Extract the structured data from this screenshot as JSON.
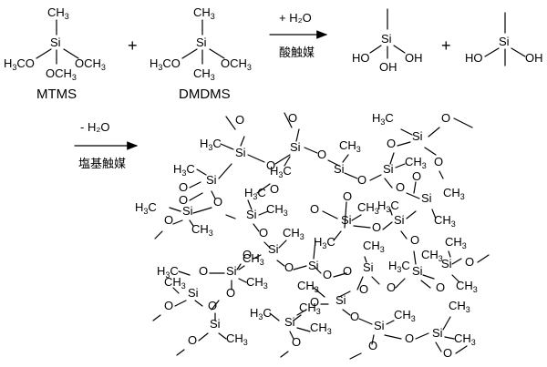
{
  "labels": {
    "mtms": "MTMS",
    "dmdms": "DMDMS",
    "water_plus": "+ H₂O",
    "acid_catalyst": "酸触媒",
    "water_minus": "- H₂O",
    "base_catalyst": "塩基触媒",
    "plus_sign": "+"
  },
  "atoms": {
    "si": "Si",
    "ch": "CH",
    "hc": "H",
    "c": "C",
    "o": "O",
    "oh": "OH",
    "ho": "HO",
    "och": "OCH",
    "h3co_h": "H",
    "h3co_co": "CO",
    "three": "3"
  }
}
